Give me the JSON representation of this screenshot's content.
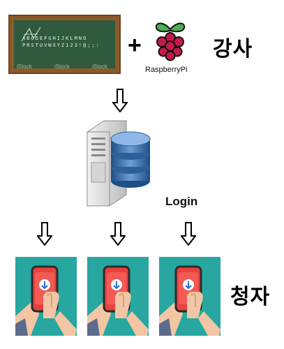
{
  "chalkboard": {
    "chalk_line_1": "ABCDEFGHIJKLMNO",
    "chalk_line_2": "PRSTUVWXYZ123!@;;:",
    "watermark": "iStock"
  },
  "plus_sign": "+",
  "raspberry_pi": {
    "label": "RaspberryPi"
  },
  "lecturer_label": "강사",
  "server": {
    "login_label": "Login"
  },
  "audience_label": "청자",
  "colors": {
    "board": "#2f5a3e",
    "frame": "#8b5a2b",
    "phone_card_bg": "#27a7a0",
    "phone_screen": "#e8423d",
    "raspberry": "#c51a4a",
    "database": "#2e5f97"
  }
}
